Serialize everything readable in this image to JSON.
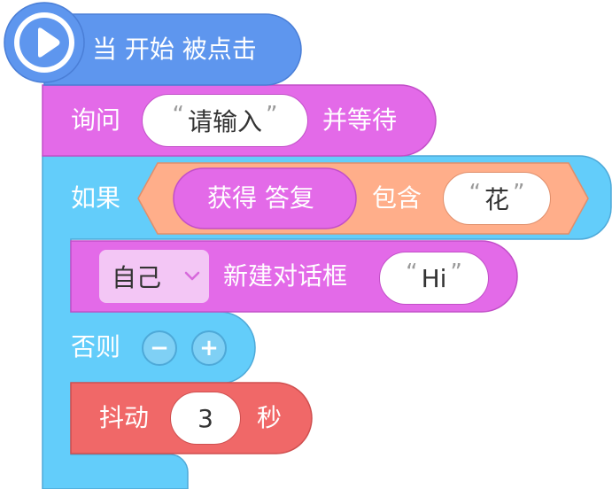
{
  "colors": {
    "event": "#5e96ee",
    "sensing": "#e36ae8",
    "control": "#63cdfa",
    "motion": "#f06868",
    "operator": "#ffae8a"
  },
  "event_block": {
    "icon": "play-icon",
    "label": "当 开始 被点击"
  },
  "ask_block": {
    "prefix": "询问",
    "input_value": "请输入",
    "suffix": "并等待"
  },
  "if_block": {
    "label": "如果",
    "condition": {
      "answer_label": "获得 答复",
      "contains_label": "包含",
      "input_value": "花"
    }
  },
  "say_block": {
    "target_value": "自己",
    "dropdown_icon": "chevron-down-icon",
    "label": "新建对话框",
    "input_value": "Hi"
  },
  "else_row": {
    "label": "否则",
    "minus": "−",
    "plus": "+"
  },
  "shake_block": {
    "prefix": "抖动",
    "input_value": "3",
    "suffix": "秒"
  },
  "quotes": {
    "open": "“",
    "close": "”"
  }
}
